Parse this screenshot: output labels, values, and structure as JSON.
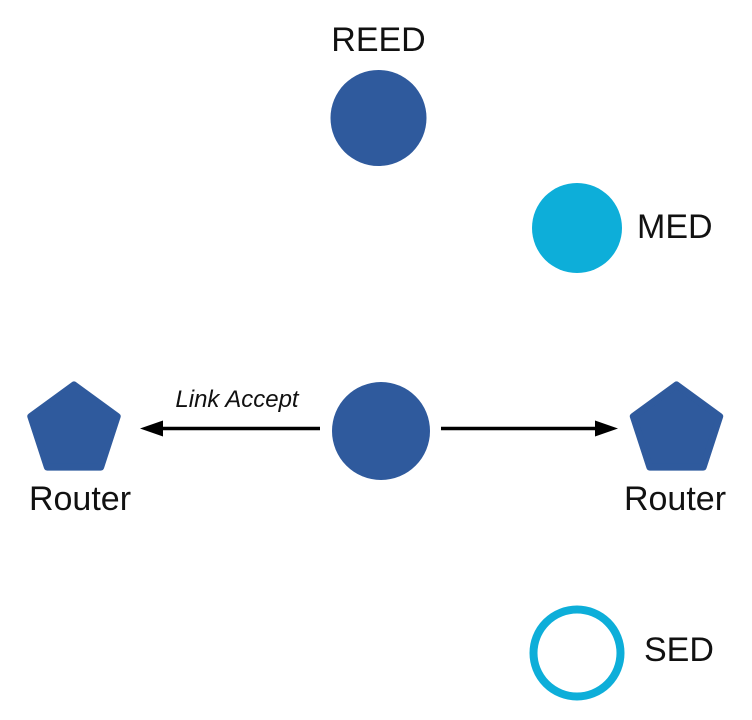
{
  "diagram": {
    "nodes": {
      "reed": {
        "label": "REED",
        "shape": "filled-circle"
      },
      "med": {
        "label": "MED",
        "shape": "filled-circle"
      },
      "parent": {
        "shape": "filled-circle"
      },
      "router_left": {
        "label": "Router",
        "shape": "pentagon"
      },
      "router_right": {
        "label": "Router",
        "shape": "pentagon"
      },
      "sed": {
        "label": "SED",
        "shape": "outlined-circle"
      }
    },
    "edges": {
      "left_arrow": {
        "label": "Link Accept",
        "direction": "left"
      },
      "right_arrow": {
        "direction": "right"
      }
    },
    "colors": {
      "node_blue": "#2F5A9D",
      "node_cyan": "#0DAED9",
      "arrow": "#000000",
      "text": "#111111",
      "background": "#FFFFFF"
    }
  }
}
